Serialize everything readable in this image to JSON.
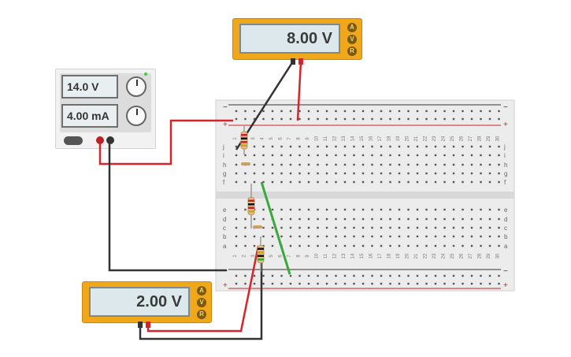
{
  "top_meter": {
    "reading": "8.00 V",
    "buttons": [
      "A",
      "V",
      "R"
    ]
  },
  "bottom_meter": {
    "reading": "2.00 V",
    "buttons": [
      "A",
      "V",
      "R"
    ]
  },
  "power_supply": {
    "voltage": "14.0 V",
    "current": "4.00 mA"
  },
  "breadboard": {
    "rail_minus": "−",
    "rail_plus": "+",
    "rows_top": [
      "j",
      "i",
      "h",
      "g",
      "f"
    ],
    "rows_bottom": [
      "e",
      "d",
      "c",
      "b",
      "a"
    ],
    "columns": [
      "1",
      "2",
      "3",
      "4",
      "5",
      "6",
      "7",
      "8",
      "9",
      "10",
      "11",
      "12",
      "13",
      "14",
      "15",
      "16",
      "17",
      "18",
      "19",
      "20",
      "21",
      "22",
      "23",
      "24",
      "25",
      "26",
      "27",
      "28",
      "29",
      "30"
    ]
  },
  "colors": {
    "wire_red": "#d4252b",
    "wire_black": "#333333",
    "wire_green": "#3aa83a",
    "meter_body": "#f0a81a"
  }
}
